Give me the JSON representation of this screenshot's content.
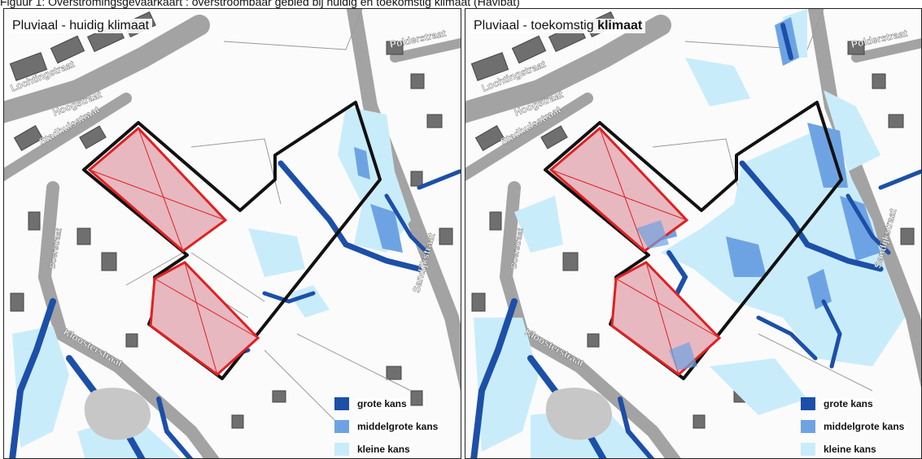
{
  "caption": "Figuur 1: Overstromingsgevaarkaart : overstroombaar gebied bij huidig en toekomstig klimaat (Havibat)",
  "panels": [
    {
      "title_main": "Pluviaal - huidig klimaat",
      "title_bold": "",
      "streets": [
        "Lochtingstraat",
        "Hoogstraat",
        "Stadhuisstraat",
        "Polderstraat",
        "Sandijkstraat",
        "Kloosterstraat",
        "Boerstraat"
      ]
    },
    {
      "title_main": "Pluviaal - toekomstig ",
      "title_bold": "klimaat",
      "streets": [
        "Lochtingstraat",
        "Hoogstraat",
        "Stadhuisstraat",
        "Polderstraat",
        "Sandijkstraat",
        "Kloosterstraat",
        "Boerstraat"
      ]
    }
  ],
  "legend": [
    {
      "label": "grote kans",
      "color": "#1c4fa8"
    },
    {
      "label": "middelgrote kans",
      "color": "#6ea3e3"
    },
    {
      "label": "kleine kans",
      "color": "#c9ecfb"
    }
  ],
  "colors": {
    "site_fill": "#e7b8c0",
    "site_border": "#e02020",
    "contour": "#111111",
    "street": "#9a9a9a",
    "building": "#6f6f6f"
  }
}
